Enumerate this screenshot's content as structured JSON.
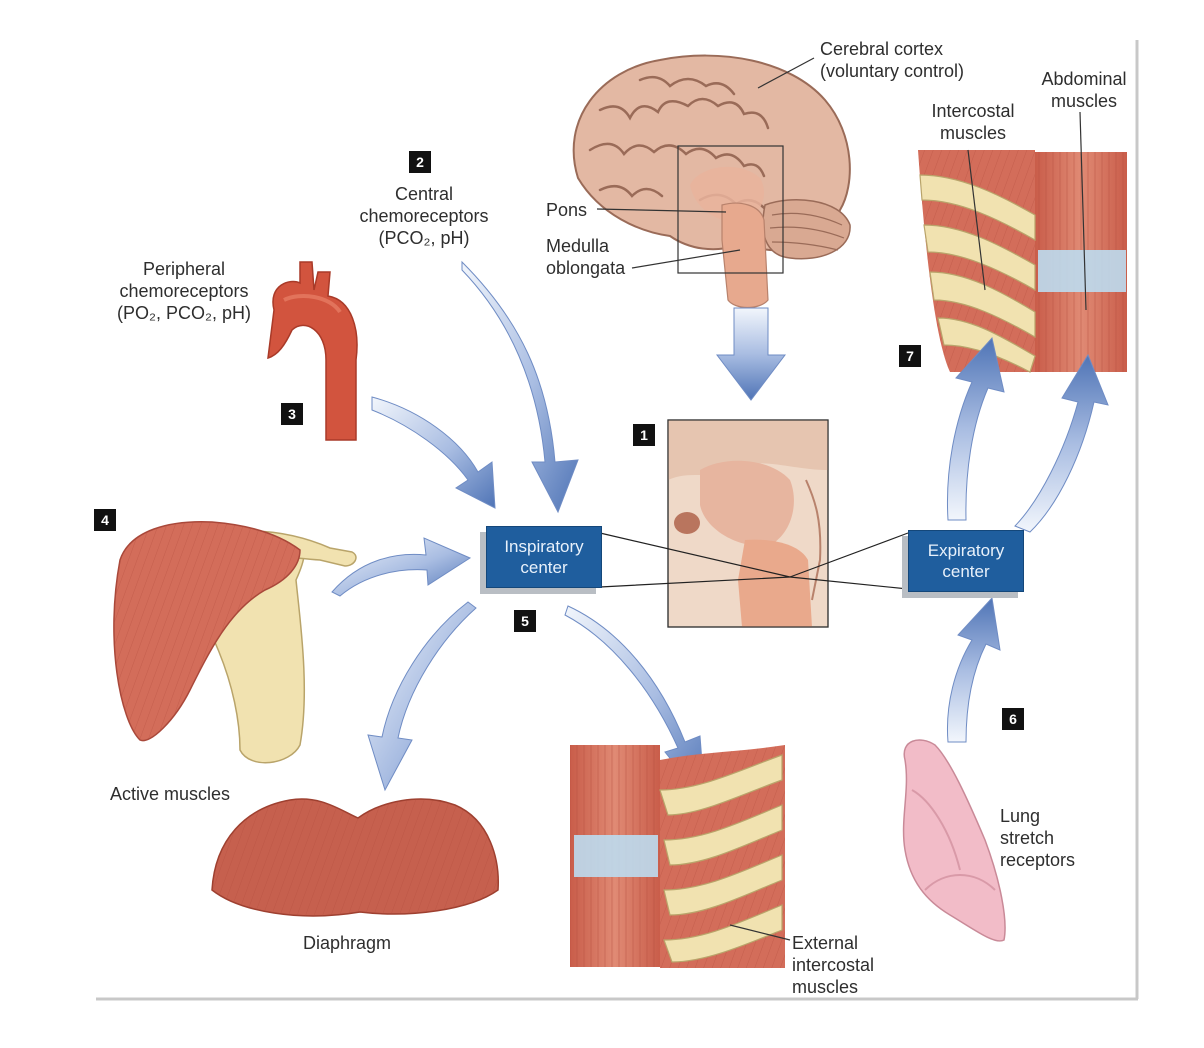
{
  "labels": {
    "cerebral_cortex": [
      "Cerebral cortex",
      "(voluntary control)"
    ],
    "abdominal_muscles": [
      "Abdominal",
      "muscles"
    ],
    "intercostal_muscles": [
      "Intercostal",
      "muscles"
    ],
    "central_chemoreceptors": [
      "Central",
      "chemoreceptors"
    ],
    "central_chemoreceptors_sub": "(PCO₂, pH)",
    "pons": "Pons",
    "medulla": [
      "Medulla",
      "oblongata"
    ],
    "peripheral_chemoreceptors": [
      "Peripheral",
      "chemoreceptors"
    ],
    "peripheral_chemoreceptors_sub": "(PO₂, PCO₂, pH)",
    "active_muscles": "Active muscles",
    "diaphragm": "Diaphragm",
    "external_intercostal": [
      "External",
      "intercostal",
      "muscles"
    ],
    "lung_stretch": [
      "Lung",
      "stretch",
      "receptors"
    ]
  },
  "centers": {
    "inspiratory": [
      "Inspiratory",
      "center"
    ],
    "expiratory": [
      "Expiratory",
      "center"
    ]
  },
  "steps": [
    "1",
    "2",
    "3",
    "4",
    "5",
    "6",
    "7"
  ],
  "colors": {
    "center_box": "#1f5e9e",
    "arrow_light": "#e8eef8",
    "arrow_dark": "#5b7fbf",
    "muscle": "#d8725e",
    "bone": "#f1e2b0",
    "brain": "#e4b9a4",
    "aorta": "#d2543e",
    "lung": "#f0b8c4"
  }
}
